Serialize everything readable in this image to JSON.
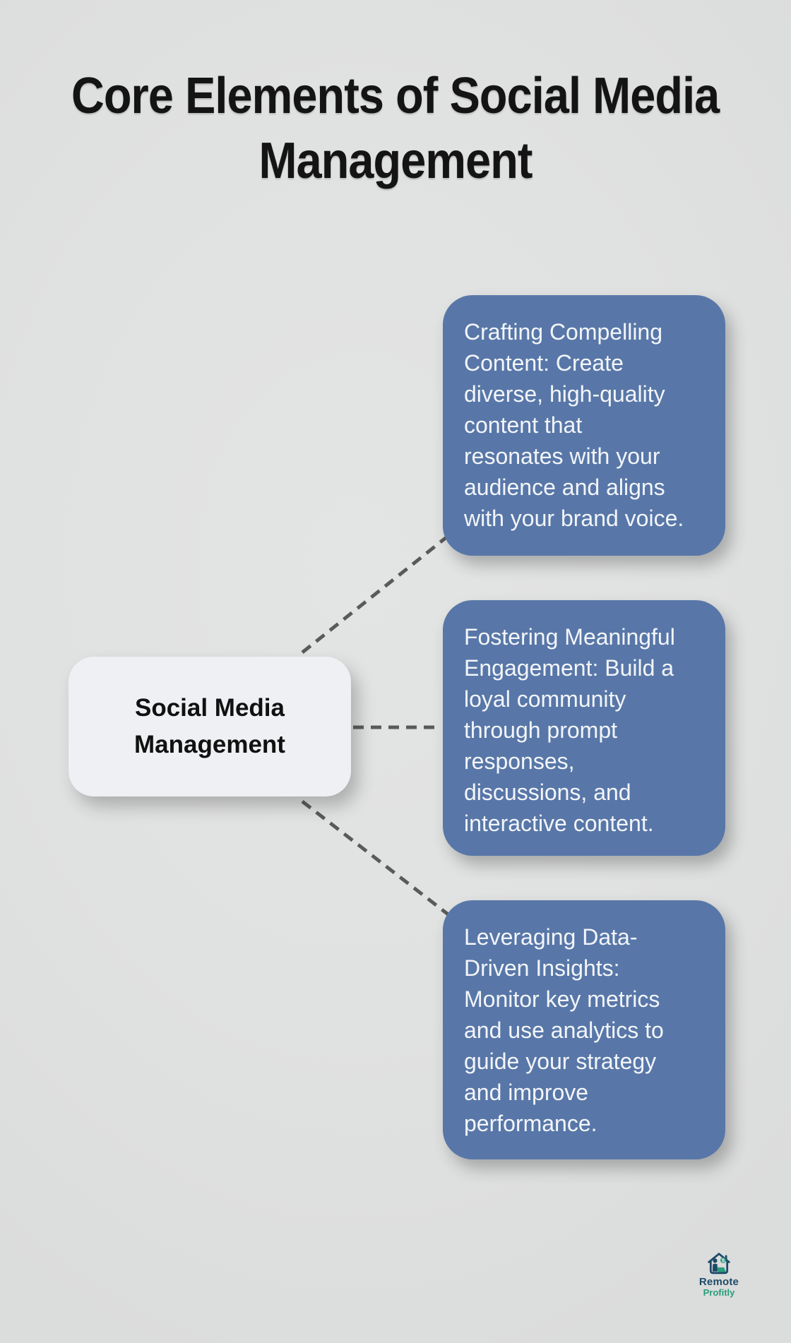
{
  "title": {
    "text": "Core Elements of Social Media Management",
    "lines": [
      "Core Elements of Social Media",
      "Management"
    ]
  },
  "center_node": {
    "label": "Social Media Management"
  },
  "branches": [
    {
      "text": "Crafting Compelling Content: Create diverse, high-quality content that resonates with your audience and aligns with your brand voice."
    },
    {
      "text": "Fostering Meaningful Engagement: Build a loyal community through prompt responses, discussions, and interactive content."
    },
    {
      "text": "Leveraging Data-Driven Insights: Monitor key metrics and use analytics to guide your strategy and improve performance."
    }
  ],
  "logo": {
    "name": "Remote Profitly",
    "word1": "Remote",
    "word2": "Profitly"
  },
  "colors": {
    "background": "#e0e1e1",
    "title_color": "#141414",
    "branch_bg": "#5877a8",
    "branch_text": "#f3f5f9",
    "center_bg": "#eef0f3",
    "center_text": "#111111",
    "connector_color": "#5a5a5a",
    "logo_navy": "#1d4a68",
    "logo_teal": "#2a9d7c"
  }
}
